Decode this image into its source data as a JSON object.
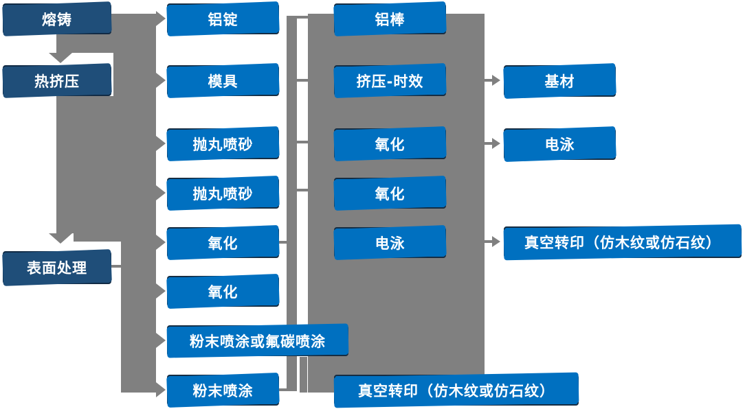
{
  "diagram": {
    "stages": [
      "熔铸",
      "热挤压",
      "表面处理"
    ],
    "process_col": [
      "铝锭",
      "模具",
      "抛丸喷砂",
      "抛丸喷砂",
      "氧化",
      "氧化",
      "粉末喷涂或氟碳喷涂",
      "粉末喷涂"
    ],
    "treatment_col": [
      "铝棒",
      "挤压-时效",
      "氧化",
      "氧化",
      "电泳",
      "真空转印（仿木纹或仿石纹）"
    ],
    "output_col": [
      "基材",
      "电泳",
      "真空转印（仿木纹或仿石纹）"
    ]
  },
  "colors": {
    "node_blue": "#0070c0",
    "node_dark_navy": "#1f4e79",
    "node_border": "#152c42",
    "connector_gray": "#808080",
    "text": "#ffffff"
  }
}
